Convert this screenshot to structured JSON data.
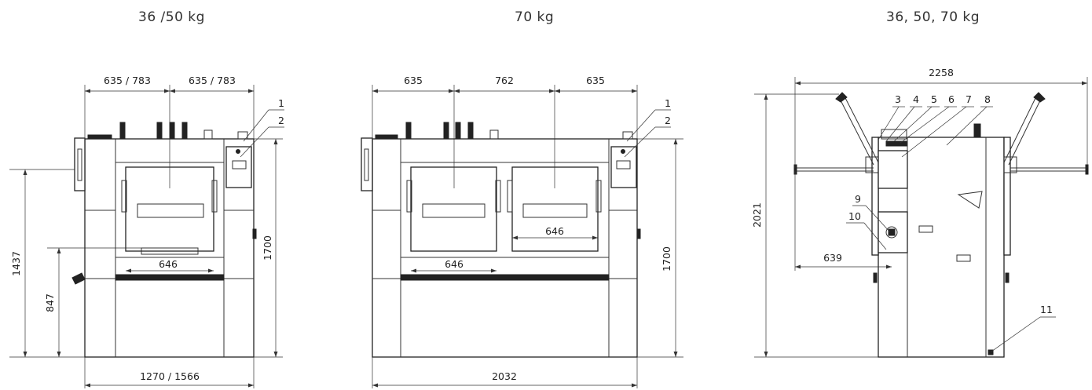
{
  "titles": {
    "left": "36 /50 kg",
    "middle": "70 kg",
    "right": "36, 50, 70 kg"
  },
  "left_view": {
    "top_dims": [
      "635 / 783",
      "635 / 783"
    ],
    "bottom_dim": "1270 / 1566",
    "inner_dim": "646",
    "height_right": "1700",
    "height_outer": "1437",
    "height_inner": "847",
    "callouts": [
      "1",
      "2"
    ]
  },
  "middle_view": {
    "top_dims": [
      "635",
      "762",
      "635"
    ],
    "bottom_dim": "2032",
    "inner_dims": [
      "646",
      "646"
    ],
    "height_right": "1700",
    "callouts": [
      "1",
      "2"
    ]
  },
  "right_view": {
    "top_dim": "2258",
    "height_left": "2021",
    "inner_dim": "639",
    "callouts": [
      "3",
      "4",
      "5",
      "6",
      "7",
      "8",
      "9",
      "10",
      "11"
    ]
  }
}
